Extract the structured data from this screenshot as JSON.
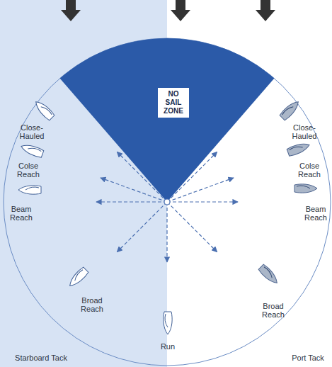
{
  "diagram": {
    "nodes": [
      {
        "text": [
          "NO SAIL ZONE"
        ]
      }
    ],
    "labels": [
      "Close-Hauled",
      "Colse Reach",
      "Beam Reach",
      "Broad Reach",
      "Run",
      "Close-Hauled",
      "Colse Reach",
      "Beam Reach",
      "Broad Reach",
      "Starboard Tack",
      "Port Tack"
    ]
  }
}
